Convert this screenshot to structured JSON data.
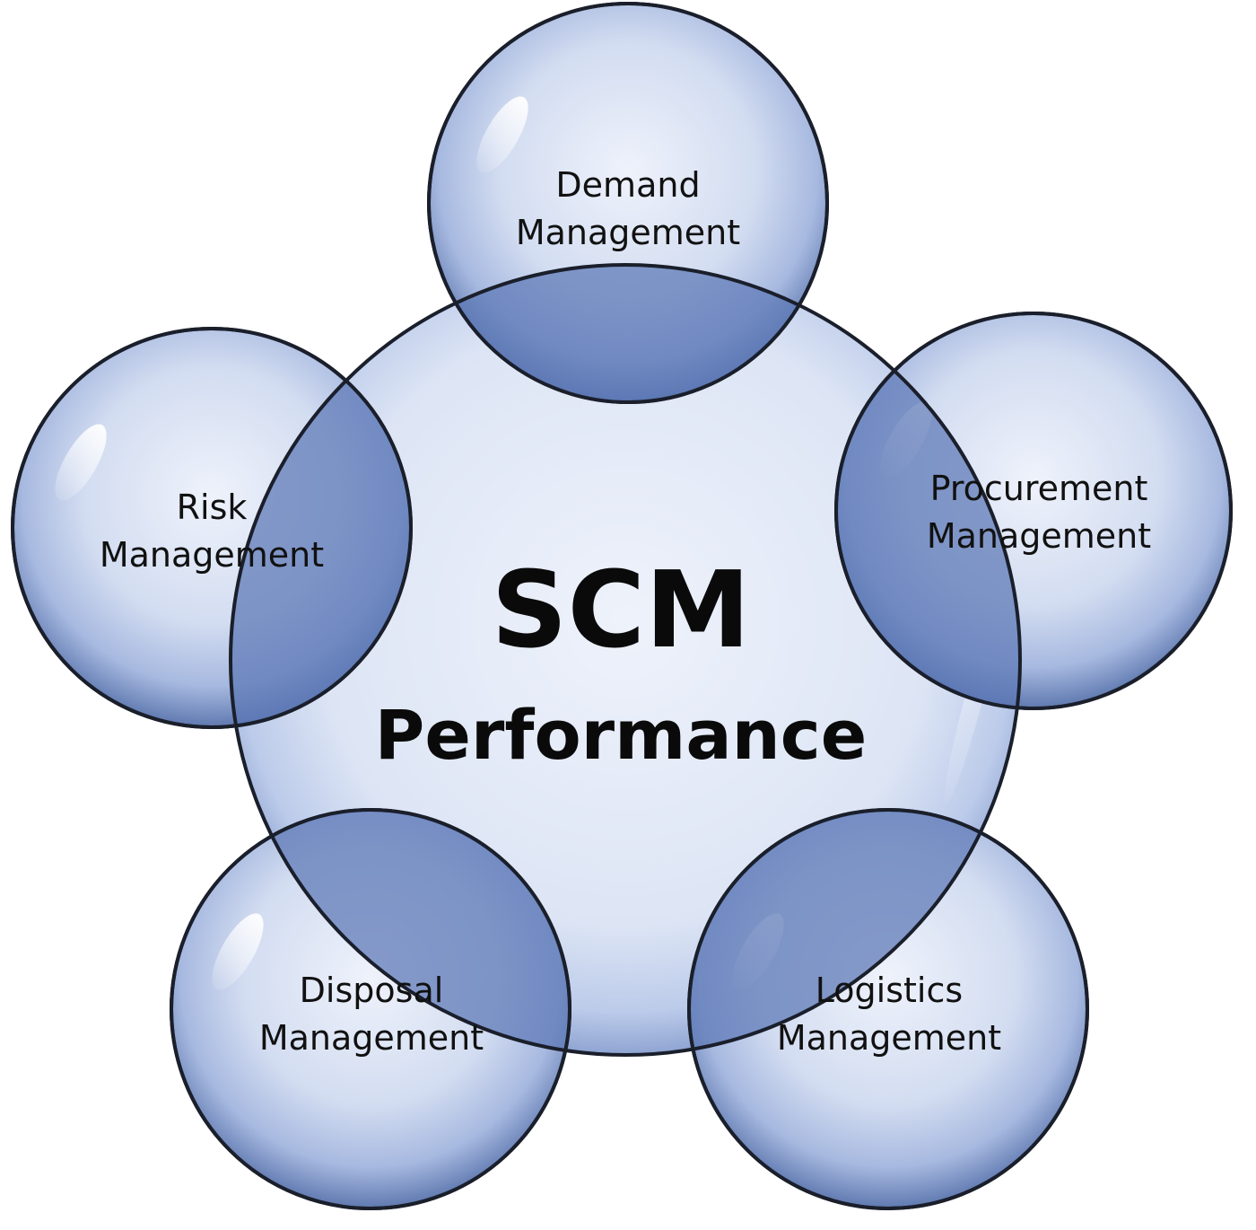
{
  "center": {
    "title": "SCM",
    "subtitle": "Performance"
  },
  "satellites": [
    {
      "id": "demand",
      "line1": "Demand",
      "line2": "Management"
    },
    {
      "id": "procurement",
      "line1": "Procurement",
      "line2": "Management"
    },
    {
      "id": "logistics",
      "line1": "Logistics",
      "line2": "Management"
    },
    {
      "id": "disposal",
      "line1": "Disposal",
      "line2": "Management"
    },
    {
      "id": "risk",
      "line1": "Risk",
      "line2": "Management"
    }
  ],
  "colors": {
    "outline": "#1a1f2b",
    "bubble_light": "#eef2fb",
    "bubble_mid": "#b3c3e4",
    "bubble_dark": "#5a74ab",
    "overlap": "#5b77b5"
  }
}
